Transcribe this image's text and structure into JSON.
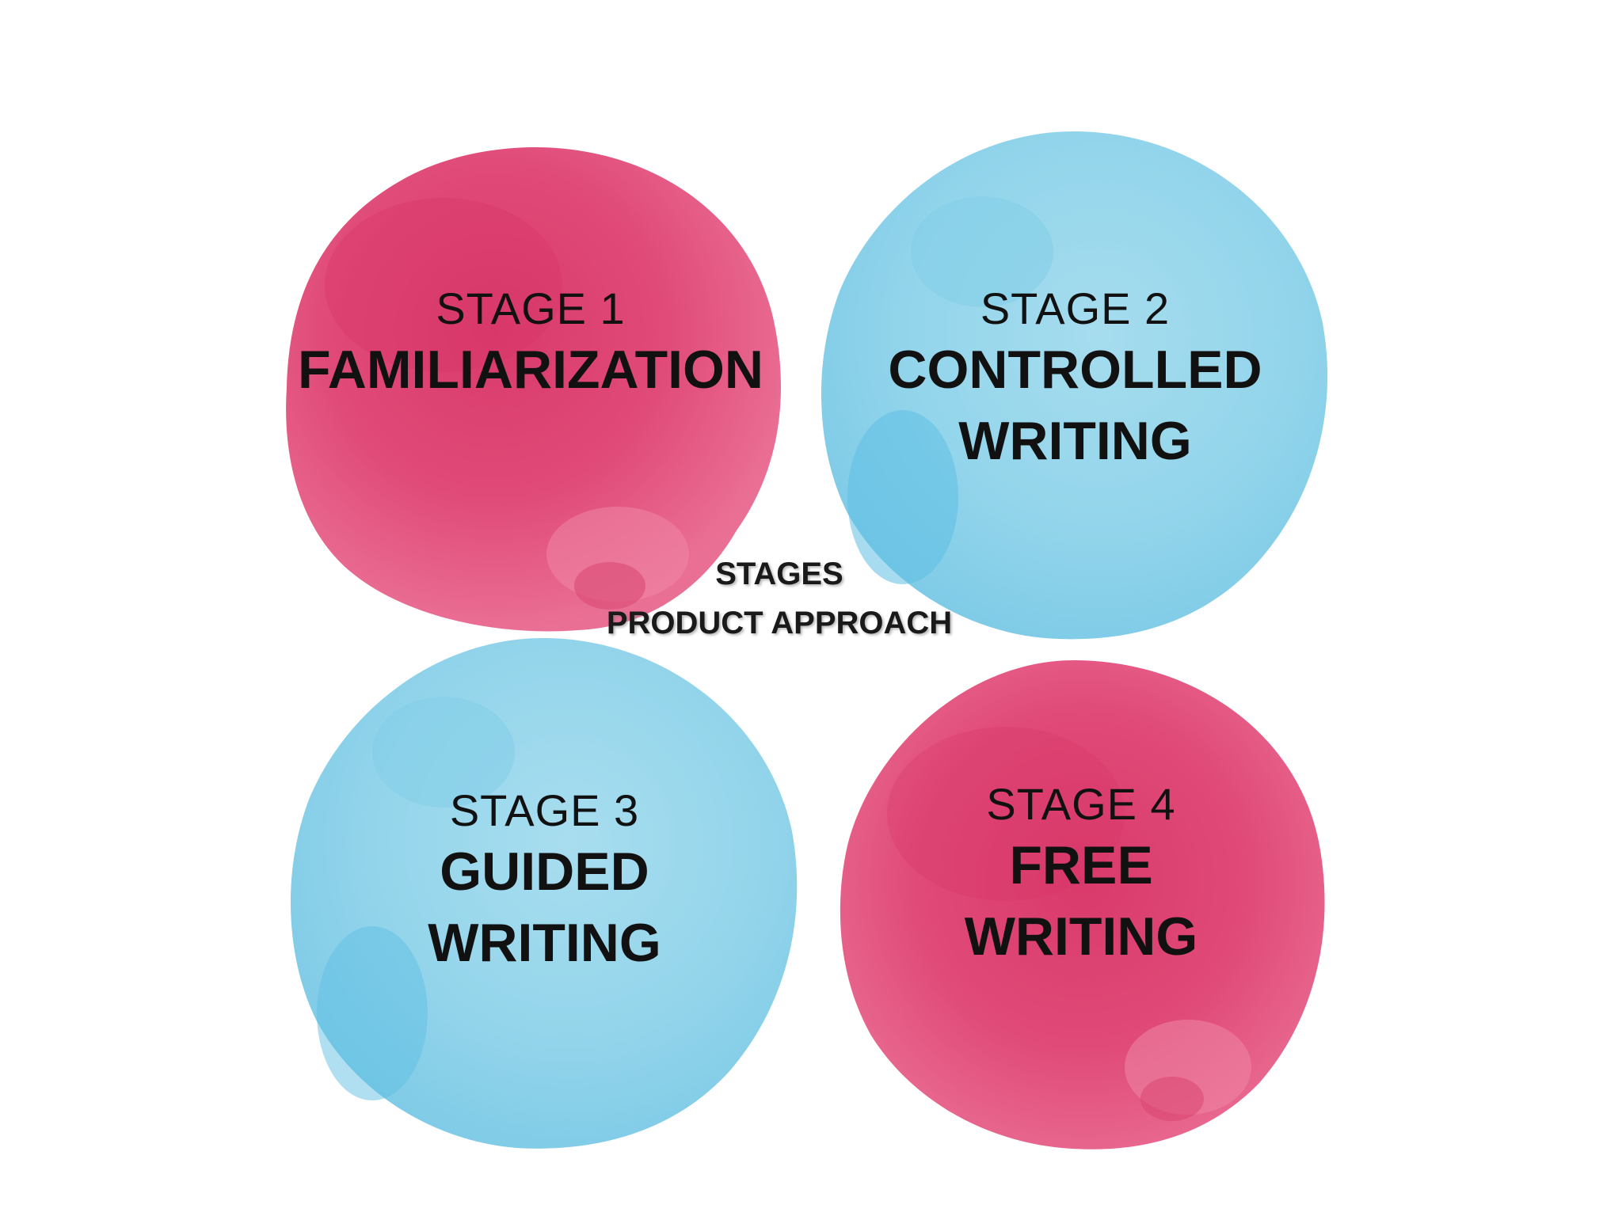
{
  "diagram": {
    "center": {
      "line1": "STAGES",
      "line2": "PRODUCT APPROACH"
    },
    "stages": [
      {
        "number_label": "STAGE 1",
        "name_lines": [
          "FAMILIARIZATION"
        ],
        "color": "#e04a78"
      },
      {
        "number_label": "STAGE 2",
        "name_lines": [
          "CONTROLLED",
          "WRITING"
        ],
        "color": "#8fd3ea"
      },
      {
        "number_label": "STAGE 3",
        "name_lines": [
          "GUIDED",
          "WRITING"
        ],
        "color": "#8fd3ea"
      },
      {
        "number_label": "STAGE 4",
        "name_lines": [
          "FREE",
          "WRITING"
        ],
        "color": "#e04a78"
      }
    ]
  }
}
